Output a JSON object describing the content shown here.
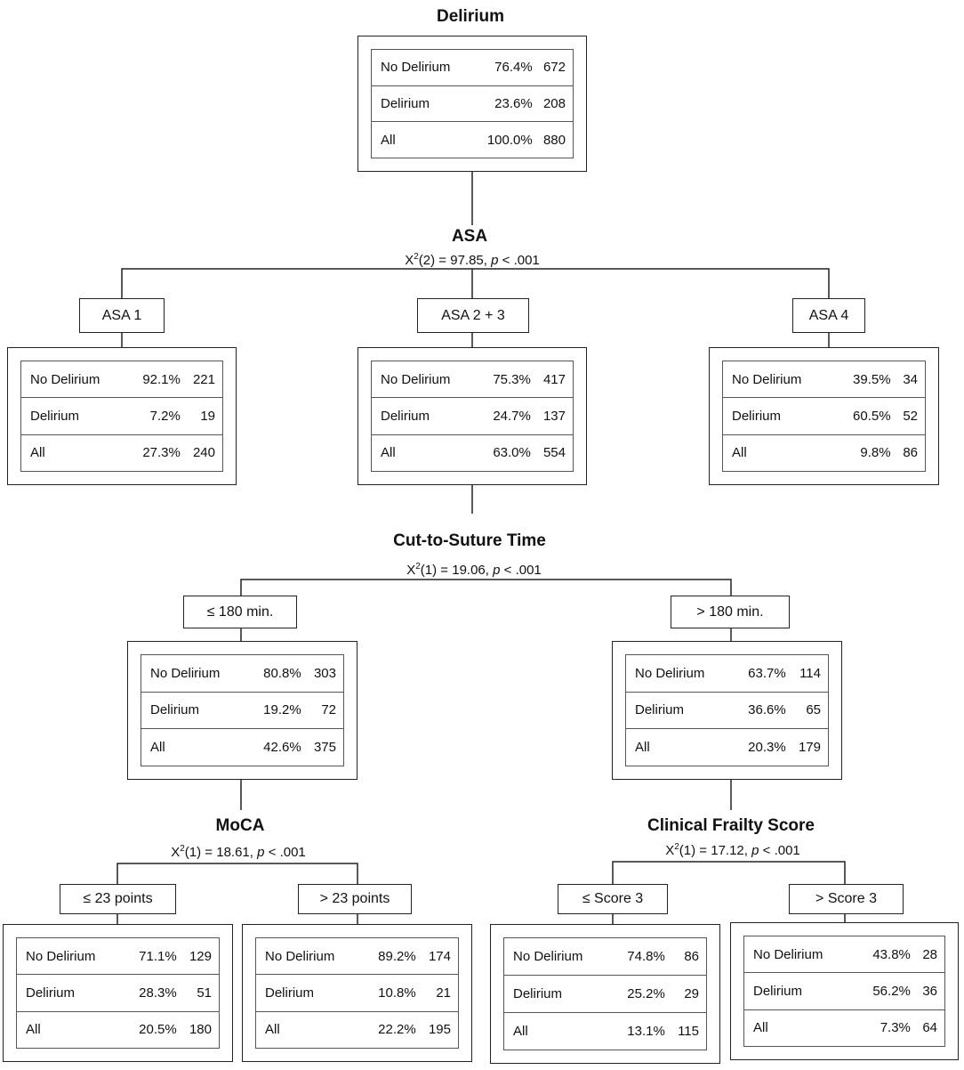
{
  "nodes": {
    "root": {
      "title": "Delirium",
      "rows": [
        {
          "category": "No Delirium",
          "percent": "76.4%",
          "n": "672"
        },
        {
          "category": "Delirium",
          "percent": "23.6%",
          "n": "208"
        },
        {
          "category": "All",
          "percent": "100.0%",
          "n": "880"
        }
      ]
    },
    "asa1": {
      "label": "ASA 1",
      "rows": [
        {
          "category": "No Delirium",
          "percent": "92.1%",
          "n": "221"
        },
        {
          "category": "Delirium",
          "percent": "7.2%",
          "n": "19"
        },
        {
          "category": "All",
          "percent": "27.3%",
          "n": "240"
        }
      ]
    },
    "asa23": {
      "label": "ASA 2 + 3",
      "rows": [
        {
          "category": "No Delirium",
          "percent": "75.3%",
          "n": "417"
        },
        {
          "category": "Delirium",
          "percent": "24.7%",
          "n": "137"
        },
        {
          "category": "All",
          "percent": "63.0%",
          "n": "554"
        }
      ]
    },
    "asa4": {
      "label": "ASA 4",
      "rows": [
        {
          "category": "No Delirium",
          "percent": "39.5%",
          "n": "34"
        },
        {
          "category": "Delirium",
          "percent": "60.5%",
          "n": "52"
        },
        {
          "category": "All",
          "percent": "9.8%",
          "n": "86"
        }
      ]
    },
    "le180": {
      "label": "≤ 180 min.",
      "rows": [
        {
          "category": "No Delirium",
          "percent": "80.8%",
          "n": "303"
        },
        {
          "category": "Delirium",
          "percent": "19.2%",
          "n": "72"
        },
        {
          "category": "All",
          "percent": "42.6%",
          "n": "375"
        }
      ]
    },
    "gt180": {
      "label": "> 180 min.",
      "rows": [
        {
          "category": "No Delirium",
          "percent": "63.7%",
          "n": "114"
        },
        {
          "category": "Delirium",
          "percent": "36.6%",
          "n": "65"
        },
        {
          "category": "All",
          "percent": "20.3%",
          "n": "179"
        }
      ]
    },
    "le23": {
      "label": "≤ 23 points",
      "rows": [
        {
          "category": "No Delirium",
          "percent": "71.1%",
          "n": "129"
        },
        {
          "category": "Delirium",
          "percent": "28.3%",
          "n": "51"
        },
        {
          "category": "All",
          "percent": "20.5%",
          "n": "180"
        }
      ]
    },
    "gt23": {
      "label": "> 23 points",
      "rows": [
        {
          "category": "No Delirium",
          "percent": "89.2%",
          "n": "174"
        },
        {
          "category": "Delirium",
          "percent": "10.8%",
          "n": "21"
        },
        {
          "category": "All",
          "percent": "22.2%",
          "n": "195"
        }
      ]
    },
    "le3": {
      "label": "≤ Score 3",
      "rows": [
        {
          "category": "No Delirium",
          "percent": "74.8%",
          "n": "86"
        },
        {
          "category": "Delirium",
          "percent": "25.2%",
          "n": "29"
        },
        {
          "category": "All",
          "percent": "13.1%",
          "n": "115"
        }
      ]
    },
    "gt3": {
      "label": "> Score 3",
      "rows": [
        {
          "category": "No Delirium",
          "percent": "43.8%",
          "n": "28"
        },
        {
          "category": "Delirium",
          "percent": "56.2%",
          "n": "36"
        },
        {
          "category": "All",
          "percent": "7.3%",
          "n": "64"
        }
      ]
    }
  },
  "splits": {
    "asa": {
      "title": "ASA",
      "chi_label": "X",
      "df": "2",
      "chi_value": "97.85",
      "p_label": "p",
      "p_value": "< .001"
    },
    "cut": {
      "title": "Cut-to-Suture Time",
      "chi_label": "X",
      "df": "1",
      "chi_value": "19.06",
      "p_label": "p",
      "p_value": "< .001"
    },
    "moca": {
      "title": "MoCA",
      "chi_label": "X",
      "df": "1",
      "chi_value": "18.61",
      "p_label": "p",
      "p_value": "< .001"
    },
    "frailty": {
      "title": "Clinical Frailty Score",
      "chi_label": "X",
      "df": "1",
      "chi_value": "17.12",
      "p_label": "p",
      "p_value": "< .001"
    }
  }
}
